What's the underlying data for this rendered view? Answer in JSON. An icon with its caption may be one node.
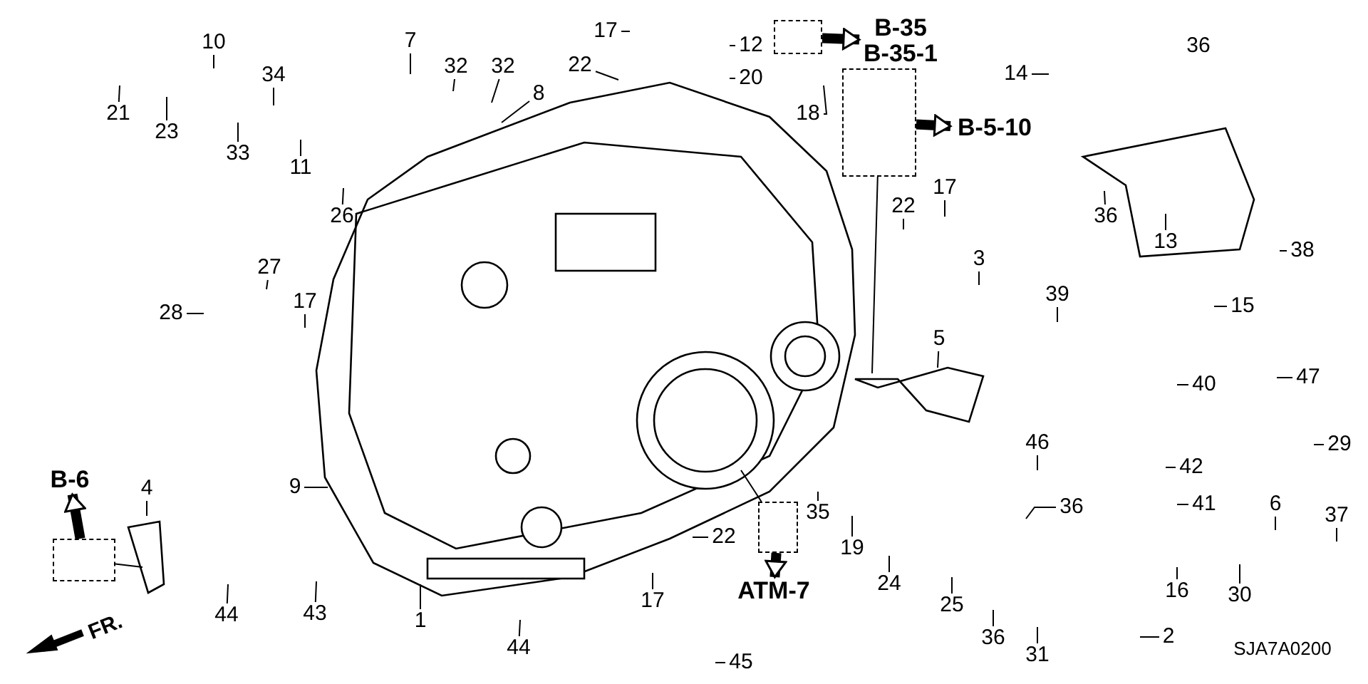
{
  "diagram": {
    "nodes": [
      {
        "text": [
          "21"
        ]
      },
      {
        "text": [
          "23"
        ]
      },
      {
        "text": [
          "10"
        ]
      },
      {
        "text": [
          "33"
        ]
      },
      {
        "text": [
          "34"
        ]
      },
      {
        "text": [
          "7"
        ]
      },
      {
        "text": [
          "32"
        ]
      },
      {
        "text": [
          "32"
        ]
      },
      {
        "text": [
          "8"
        ]
      },
      {
        "text": [
          "11"
        ]
      },
      {
        "text": [
          "26"
        ]
      },
      {
        "text": [
          "17"
        ]
      },
      {
        "text": [
          "22"
        ]
      },
      {
        "text": [
          "12"
        ]
      },
      {
        "text": [
          "20"
        ]
      },
      {
        "text": [
          "18"
        ]
      },
      {
        "text": [],
        "shape": "box"
      },
      {
        "text": [
          "B-35",
          "B-35-1"
        ]
      },
      {
        "text": [],
        "shape": "box"
      },
      {
        "text": [
          "B-5-10"
        ]
      },
      {
        "text": [
          "14"
        ]
      },
      {
        "text": [
          "36"
        ]
      },
      {
        "text": [
          "13"
        ]
      },
      {
        "text": [
          "38"
        ]
      },
      {
        "text": [
          "17"
        ]
      },
      {
        "text": [
          "22"
        ]
      },
      {
        "text": [
          "3"
        ]
      },
      {
        "text": [
          "39"
        ]
      },
      {
        "text": [
          "15"
        ]
      },
      {
        "text": [
          "47"
        ]
      },
      {
        "text": [
          "40"
        ]
      },
      {
        "text": [
          "5"
        ]
      },
      {
        "text": [
          "46"
        ]
      },
      {
        "text": [
          "42"
        ]
      },
      {
        "text": [
          "41"
        ]
      },
      {
        "text": [
          "29"
        ]
      },
      {
        "text": [
          "6"
        ]
      },
      {
        "text": [
          "37"
        ]
      },
      {
        "text": [
          "36"
        ]
      },
      {
        "text": [
          "30"
        ]
      },
      {
        "text": [
          "16"
        ]
      },
      {
        "text": [
          "2"
        ]
      },
      {
        "text": [
          "31"
        ]
      },
      {
        "text": [
          "36"
        ]
      },
      {
        "text": [
          "25"
        ]
      },
      {
        "text": [
          "24"
        ]
      },
      {
        "text": [
          "19"
        ]
      },
      {
        "text": [
          "35"
        ]
      },
      {
        "text": [],
        "shape": "box"
      },
      {
        "text": [
          "ATM-7"
        ]
      },
      {
        "text": [
          "22"
        ]
      },
      {
        "text": [
          "17"
        ]
      },
      {
        "text": [
          "9"
        ]
      },
      {
        "text": [
          "4"
        ]
      },
      {
        "text": [
          "B-6"
        ]
      },
      {
        "text": [],
        "shape": "box"
      },
      {
        "text": [
          "44"
        ]
      },
      {
        "text": [
          "43"
        ]
      },
      {
        "text": [
          "1"
        ]
      },
      {
        "text": [
          "44"
        ]
      },
      {
        "text": [
          "45"
        ]
      },
      {
        "text": [
          "28"
        ]
      },
      {
        "text": [
          "27"
        ]
      },
      {
        "text": [
          "17"
        ]
      }
    ],
    "edges": [
      {
        "from": 0,
        "to": null,
        "arrow": "none"
      },
      {
        "from": 1,
        "to": null,
        "arrow": "none"
      },
      {
        "from": 2,
        "to": null,
        "arrow": "none"
      },
      {
        "from": 3,
        "to": null,
        "arrow": "none"
      },
      {
        "from": 4,
        "to": null,
        "arrow": "none"
      },
      {
        "from": 5,
        "to": null,
        "arrow": "none"
      },
      {
        "from": 6,
        "to": null,
        "arrow": "none"
      },
      {
        "from": 7,
        "to": null,
        "arrow": "none"
      },
      {
        "from": 8,
        "to": null,
        "arrow": "none"
      },
      {
        "from": 9,
        "to": null,
        "arrow": "none"
      },
      {
        "from": 10,
        "to": null,
        "arrow": "none"
      },
      {
        "from": 11,
        "to": null,
        "arrow": "none"
      },
      {
        "from": 12,
        "to": null,
        "arrow": "none"
      },
      {
        "from": 13,
        "to": null,
        "arrow": "none"
      },
      {
        "from": 14,
        "to": null,
        "arrow": "none"
      },
      {
        "from": 15,
        "to": null,
        "arrow": "none"
      },
      {
        "from": 20,
        "to": null,
        "arrow": "none"
      },
      {
        "from": 21,
        "to": null,
        "arrow": "none"
      },
      {
        "from": 22,
        "to": null,
        "arrow": "none"
      },
      {
        "from": 23,
        "to": null,
        "arrow": "none"
      },
      {
        "from": 24,
        "to": null,
        "arrow": "none"
      },
      {
        "from": 25,
        "to": null,
        "arrow": "none"
      },
      {
        "from": 26,
        "to": null,
        "arrow": "none"
      },
      {
        "from": 27,
        "to": null,
        "arrow": "none"
      },
      {
        "from": 28,
        "to": null,
        "arrow": "none"
      },
      {
        "from": 29,
        "to": null,
        "arrow": "none"
      },
      {
        "from": 30,
        "to": null,
        "arrow": "none"
      },
      {
        "from": 31,
        "to": null,
        "arrow": "none"
      },
      {
        "from": 32,
        "to": null,
        "arrow": "none"
      },
      {
        "from": 33,
        "to": null,
        "arrow": "none"
      },
      {
        "from": 34,
        "to": null,
        "arrow": "none"
      },
      {
        "from": 35,
        "to": null,
        "arrow": "none"
      },
      {
        "from": 36,
        "to": null,
        "arrow": "none"
      },
      {
        "from": 37,
        "to": null,
        "arrow": "none"
      },
      {
        "from": 38,
        "to": null,
        "arrow": "none"
      },
      {
        "from": 39,
        "to": null,
        "arrow": "none"
      },
      {
        "from": 40,
        "to": null,
        "arrow": "none"
      },
      {
        "from": 41,
        "to": null,
        "arrow": "none"
      },
      {
        "from": 42,
        "to": null,
        "arrow": "none"
      },
      {
        "from": 43,
        "to": null,
        "arrow": "none"
      },
      {
        "from": 44,
        "to": null,
        "arrow": "none"
      },
      {
        "from": 45,
        "to": null,
        "arrow": "none"
      },
      {
        "from": 46,
        "to": null,
        "arrow": "none"
      },
      {
        "from": 47,
        "to": null,
        "arrow": "none"
      },
      {
        "from": 50,
        "to": null,
        "arrow": "none"
      },
      {
        "from": 51,
        "to": null,
        "arrow": "none"
      },
      {
        "from": 52,
        "to": null,
        "arrow": "none"
      },
      {
        "from": 53,
        "to": null,
        "arrow": "none"
      },
      {
        "from": 56,
        "to": null,
        "arrow": "none"
      },
      {
        "from": 57,
        "to": null,
        "arrow": "none"
      },
      {
        "from": 58,
        "to": null,
        "arrow": "none"
      },
      {
        "from": 59,
        "to": null,
        "arrow": "none"
      },
      {
        "from": 60,
        "to": null,
        "arrow": "none"
      },
      {
        "from": 61,
        "to": null,
        "arrow": "none"
      },
      {
        "from": 62,
        "to": null,
        "arrow": "none"
      },
      {
        "from": 63,
        "to": null,
        "arrow": "none"
      },
      {
        "from": 16,
        "to": 17,
        "arrow": "to",
        "style": "thick"
      },
      {
        "from": 18,
        "to": 19,
        "arrow": "to",
        "style": "thick"
      },
      {
        "from": 48,
        "to": 49,
        "arrow": "to",
        "style": "thick"
      },
      {
        "from": 55,
        "to": 54,
        "arrow": "to",
        "style": "thick"
      },
      {
        "from": 18,
        "to": null,
        "arrow": "none"
      },
      {
        "from": 48,
        "to": null,
        "arrow": "none"
      },
      {
        "from": 55,
        "to": null,
        "arrow": "none"
      }
    ],
    "labels": [
      "36",
      "FR.",
      "SJA7A0200"
    ]
  }
}
